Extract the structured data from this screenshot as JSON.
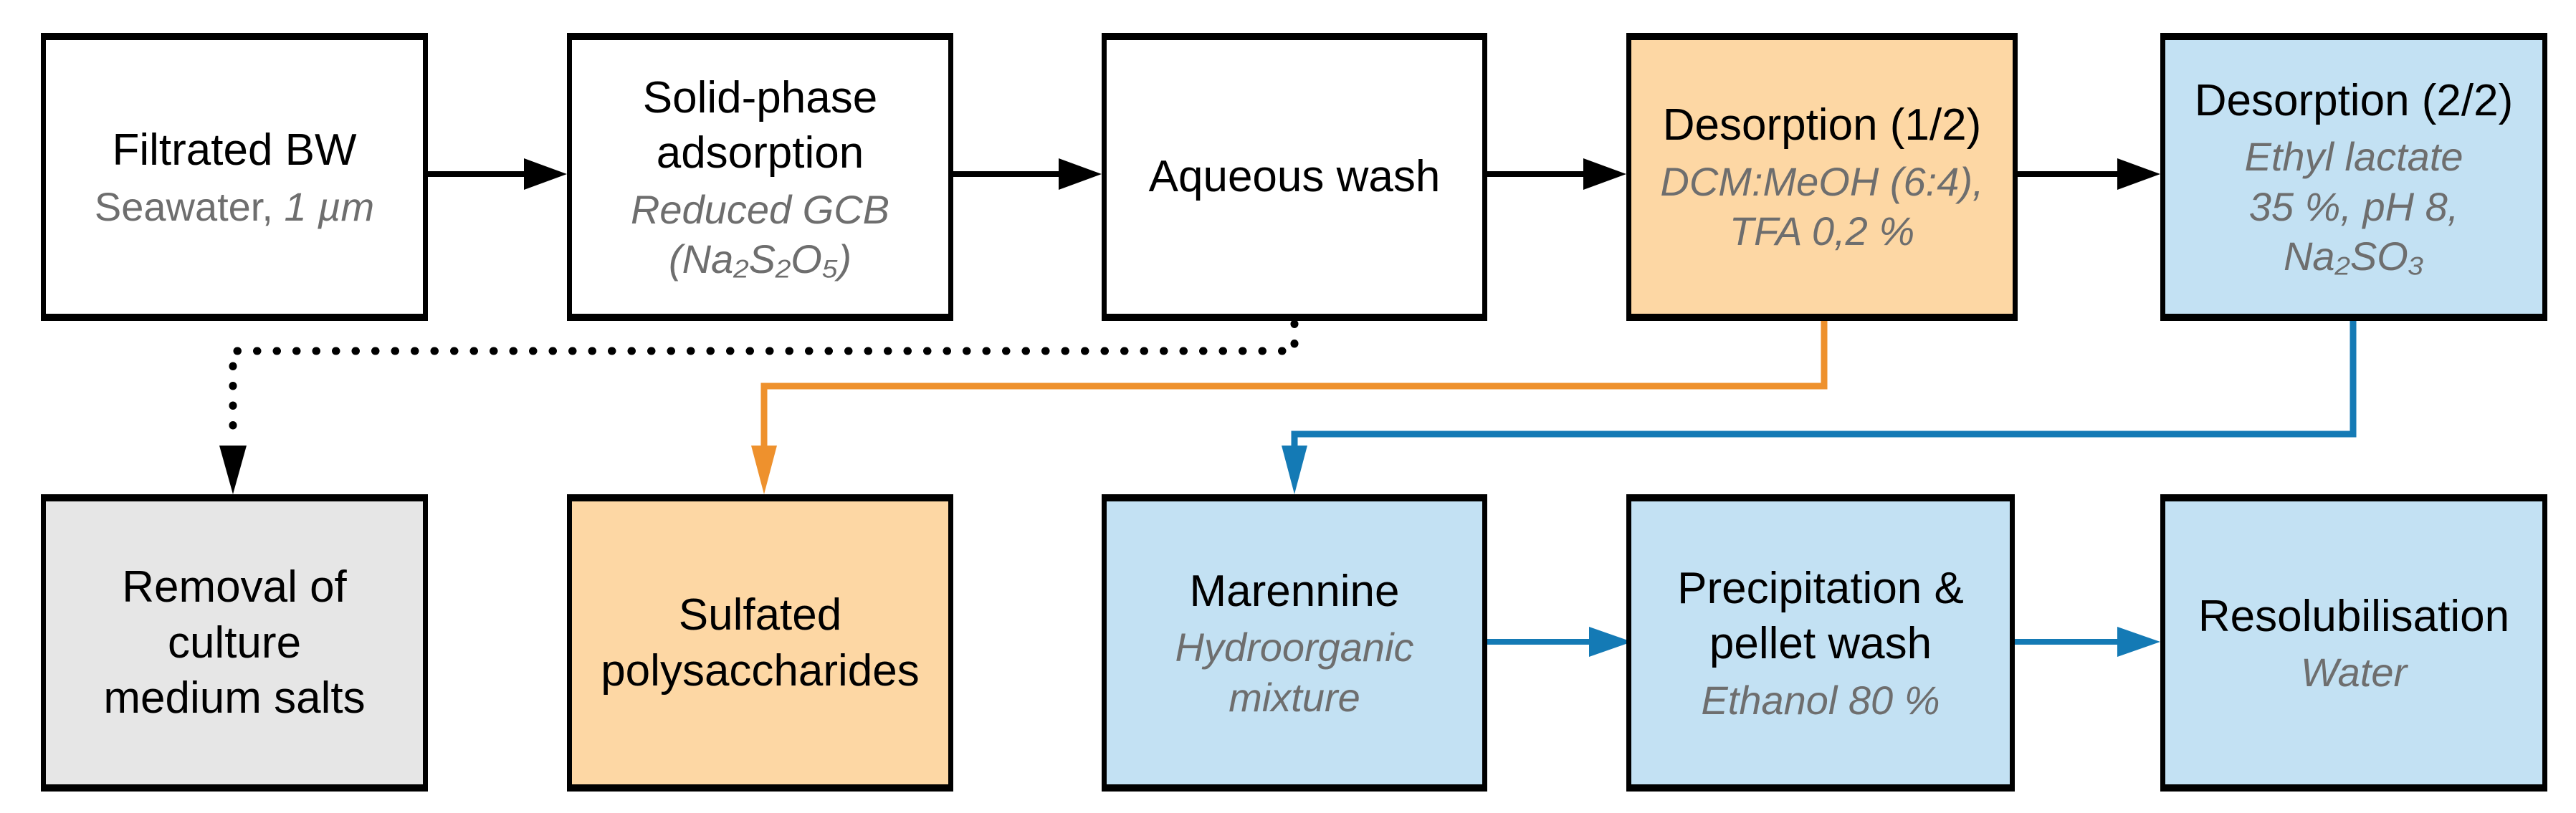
{
  "colors": {
    "box_white": "#ffffff",
    "box_orange": "#fdd7a4",
    "box_blue": "#c3e1f3",
    "box_gray": "#e6e6e6",
    "border_black": "#000000",
    "arrow_black": "#000000",
    "arrow_orange": "#ee912d",
    "arrow_blue": "#147ab5",
    "subtitle_gray": "#6e6e6e"
  },
  "boxes": {
    "top": [
      {
        "title": "Filtrated BW",
        "subtitle_roman": "Seawater, ",
        "subtitle_italic": "1 µm"
      },
      {
        "title": "Solid-phase\nadsorption",
        "subtitle": "Reduced GCB\n(Na₂S₂O₅)"
      },
      {
        "title": "Aqueous wash",
        "subtitle": ""
      },
      {
        "title": "Desorption (1/2)",
        "subtitle": "DCM:MeOH (6:4),\nTFA 0,2 %"
      },
      {
        "title": "Desorption (2/2)",
        "subtitle": "Ethyl lactate\n35 %, pH 8,\nNa₂SO₃"
      }
    ],
    "bottom": [
      {
        "title": "Removal of culture\nmedium salts",
        "subtitle": ""
      },
      {
        "title": "Sulfated\npolysaccharides",
        "subtitle": ""
      },
      {
        "title": "Marennine",
        "subtitle": "Hydroorganic mixture"
      },
      {
        "title": "Precipitation &\npellet wash",
        "subtitle": "Ethanol 80 %"
      },
      {
        "title": "Resolubilisation",
        "subtitle": "Water"
      }
    ]
  },
  "edges": [
    {
      "from": "Filtrated BW",
      "to": "Solid-phase adsorption",
      "style": "solid",
      "color": "#000000"
    },
    {
      "from": "Solid-phase adsorption",
      "to": "Aqueous wash",
      "style": "solid",
      "color": "#000000"
    },
    {
      "from": "Aqueous wash",
      "to": "Desorption (1/2)",
      "style": "solid",
      "color": "#000000"
    },
    {
      "from": "Desorption (1/2)",
      "to": "Desorption (2/2)",
      "style": "solid",
      "color": "#000000"
    },
    {
      "from": "Aqueous wash",
      "to": "Removal of culture medium salts",
      "style": "dotted",
      "color": "#000000"
    },
    {
      "from": "Desorption (1/2)",
      "to": "Sulfated polysaccharides",
      "style": "solid",
      "color": "#ee912d"
    },
    {
      "from": "Desorption (2/2)",
      "to": "Marennine",
      "style": "solid",
      "color": "#147ab5"
    },
    {
      "from": "Marennine",
      "to": "Precipitation & pellet wash",
      "style": "solid",
      "color": "#147ab5"
    },
    {
      "from": "Precipitation & pellet wash",
      "to": "Resolubilisation",
      "style": "solid",
      "color": "#147ab5"
    }
  ]
}
